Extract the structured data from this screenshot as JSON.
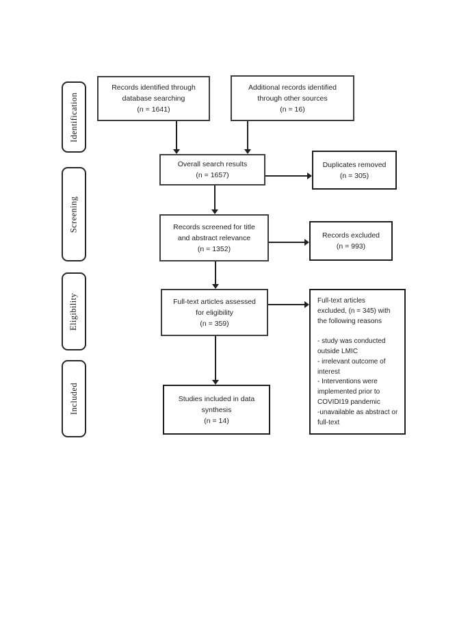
{
  "figure": {
    "kind": "prisma-flow-diagram",
    "background": "#ffffff",
    "colors": {
      "box_border": "#3d3d3d",
      "dark_border": "#1c1c1c",
      "arrow": "#1f1f1f",
      "text": "#1c1c1c"
    }
  },
  "sidebar": {
    "stages": [
      {
        "id": "identification",
        "label": "Identification"
      },
      {
        "id": "screening",
        "label": "Screening"
      },
      {
        "id": "eligibility",
        "label": "Eligibility"
      },
      {
        "id": "included",
        "label": "Included"
      }
    ]
  },
  "flow": {
    "records_identified": {
      "n": 1641,
      "lines": [
        "Records identified through",
        "database searching",
        "(n = 1641)"
      ]
    },
    "additional_records": {
      "n": 16,
      "lines": [
        "Additional records identified",
        "through other sources",
        "(n = 16)"
      ]
    },
    "overall_results": {
      "n": 1657,
      "lines": [
        "Overall search results",
        "(n = 1657)"
      ]
    },
    "duplicates_removed": {
      "n": 305,
      "lines": [
        "Duplicates removed",
        "(n = 305)"
      ]
    },
    "records_screened": {
      "n": 1352,
      "lines": [
        "Records screened for title",
        "and abstract relevance",
        "(n = 1352)"
      ]
    },
    "records_excluded": {
      "n": 993,
      "lines": [
        "Records excluded",
        "(n = 993)"
      ]
    },
    "fulltext_assessed": {
      "n": 359,
      "lines": [
        "Full-text articles assessed",
        "for eligibility",
        "(n = 359)"
      ]
    },
    "fulltext_excluded": {
      "n": 345,
      "lines": [
        "Full-text articles",
        "excluded, (n = 345) with",
        "the following reasons",
        "",
        "- study was conducted",
        "outside LMIC",
        "- irrelevant outcome of",
        "interest",
        "- Interventions were",
        "implemented prior to",
        "COVIDI19 pandemic",
        "-unavailable as abstract or",
        "full-text"
      ]
    },
    "studies_included": {
      "n": 14,
      "lines": [
        "Studies included in data",
        "synthesis",
        "(n = 14)"
      ]
    }
  }
}
